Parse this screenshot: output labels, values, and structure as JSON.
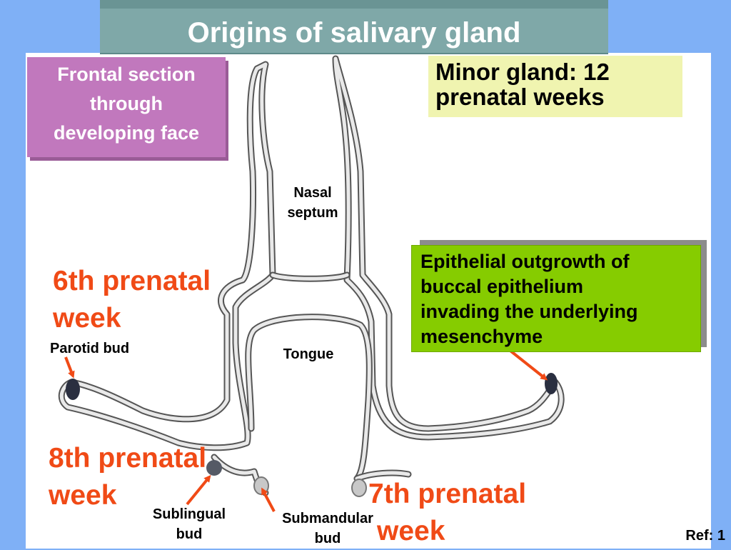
{
  "title": "Origins of salivary gland",
  "frontal_box": {
    "lines": [
      "Frontal section",
      "through",
      "developing face"
    ]
  },
  "minor_box": {
    "lines": [
      "Minor gland: 12",
      "prenatal weeks"
    ]
  },
  "epithelial_box": {
    "lines": [
      "Epithelial outgrowth of",
      "buccal epithelium",
      "invading the underlying",
      "mesenchyme"
    ]
  },
  "weeks": {
    "w6": [
      "6th prenatal",
      "week"
    ],
    "w8": [
      "8th prenatal",
      "week"
    ],
    "w7": [
      "7th prenatal",
      "week"
    ]
  },
  "labels": {
    "nasal_septum": [
      "Nasal",
      "septum"
    ],
    "tongue": "Tongue",
    "parotid_bud": "Parotid bud",
    "sublingual_bud": [
      "Sublingual",
      "bud"
    ],
    "submandular_bud": [
      "Submandular",
      "bud"
    ]
  },
  "ref": "Ref: 1",
  "colors": {
    "background": "#7fb0f6",
    "title_bar": "#7fa8a8",
    "frontal_box": "#c178bd",
    "minor_box": "#f0f4b0",
    "epithelial_box": "#86cc00",
    "week_text": "#f04a16",
    "arrow": "#f04a16"
  }
}
